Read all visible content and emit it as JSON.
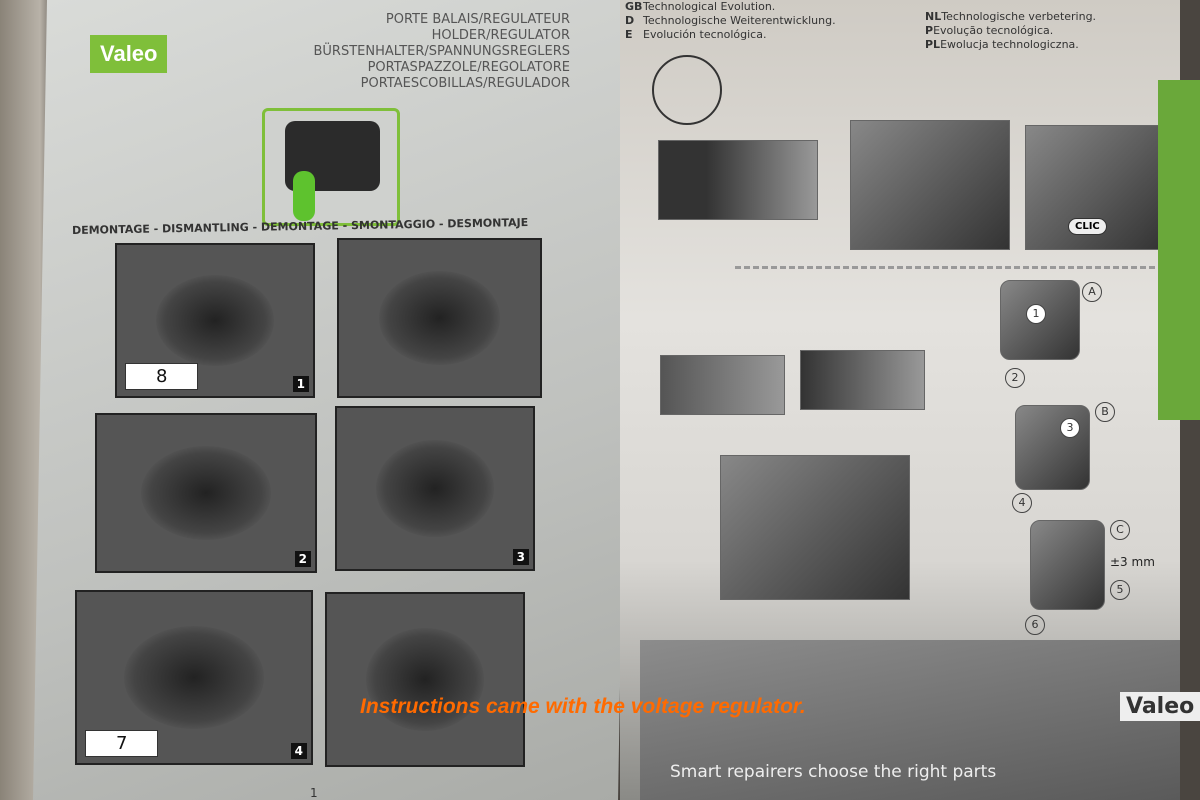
{
  "left_sheet": {
    "logo": "Valeo",
    "title_lines": [
      "PORTE BALAIS/REGULATEUR",
      "HOLDER/REGULATOR",
      "BÜRSTENHALTER/SPANNUNGSREGLERS",
      "PORTASPAZZOLE/REGOLATORE",
      "PORTAESCOBILLAS/REGULADOR"
    ],
    "section_heading": "DEMONTAGE - DISMANTLING - DEMONTAGE - SMONTAGGIO - DESMONTAJE",
    "steps": [
      "1",
      "2",
      "3",
      "4"
    ],
    "wrench_sizes": [
      "8",
      "7"
    ],
    "page_number": "1"
  },
  "right_sheet": {
    "languages_left": [
      {
        "code": "GB",
        "text": "Technological Evolution."
      },
      {
        "code": "D",
        "text": "Technologische Weiterentwicklung."
      },
      {
        "code": "E",
        "text": "Evolución tecnológica."
      }
    ],
    "languages_right": [
      {
        "code": "NL",
        "text": "Technologische verbetering."
      },
      {
        "code": "P",
        "text": "Evolução tecnológica."
      },
      {
        "code": "PL",
        "text": "Ewolucja technologiczna."
      }
    ],
    "clic_label": "CLIC",
    "variants": [
      "A",
      "B",
      "C"
    ],
    "callouts": [
      "1",
      "2",
      "3",
      "4",
      "5",
      "6"
    ],
    "measurement": "±3 mm",
    "footer_logo": "Valeo",
    "slogan": "Smart repairers choose the right parts"
  },
  "caption": "Instructions came with the voltage regulator."
}
